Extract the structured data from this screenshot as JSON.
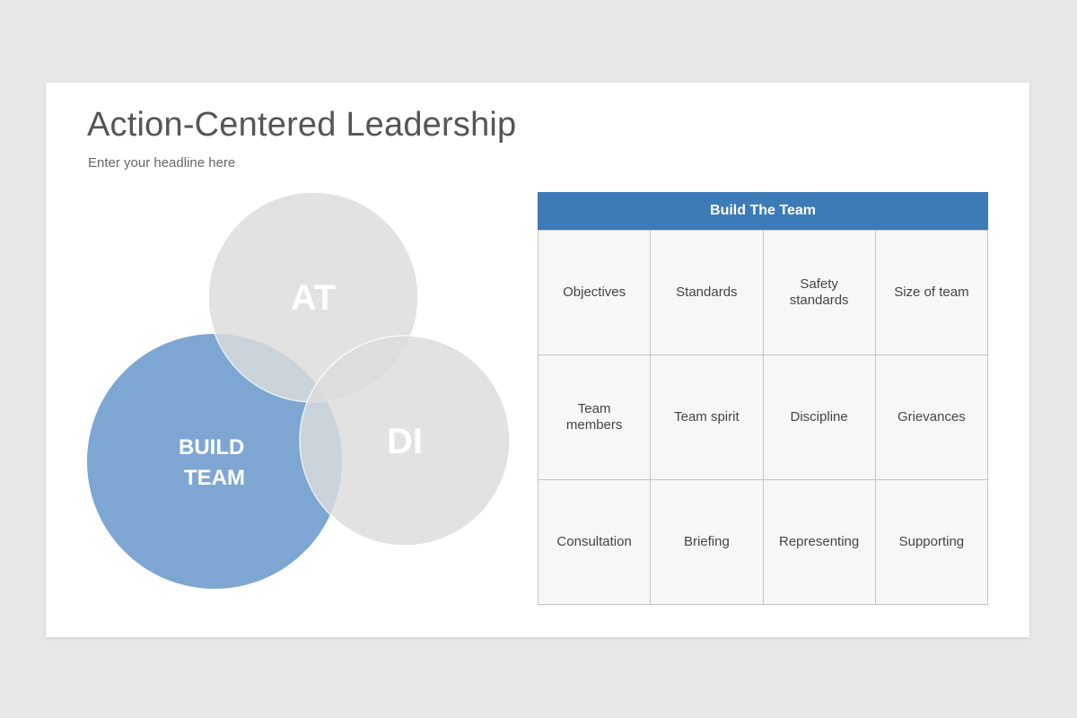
{
  "slide": {
    "title": "Action-Centered Leadership",
    "subtitle": "Enter your headline here"
  },
  "venn": {
    "circles": [
      {
        "label_lines": [
          "AT"
        ],
        "color": "#dcdcdc"
      },
      {
        "label_lines": [
          "BUILD",
          "TEAM"
        ],
        "color": "#6b9bcc"
      },
      {
        "label_lines": [
          "DI"
        ],
        "color": "#dcdcdc"
      }
    ]
  },
  "table": {
    "header": "Build The Team",
    "header_color": "#3d7ab8",
    "cells": [
      "Objectives",
      "Standards",
      "Safety standards",
      "Size of team",
      "Team members",
      "Team spirit",
      "Discipline",
      "Grievances",
      "Consultation",
      "Briefing",
      "Representing",
      "Supporting"
    ]
  }
}
